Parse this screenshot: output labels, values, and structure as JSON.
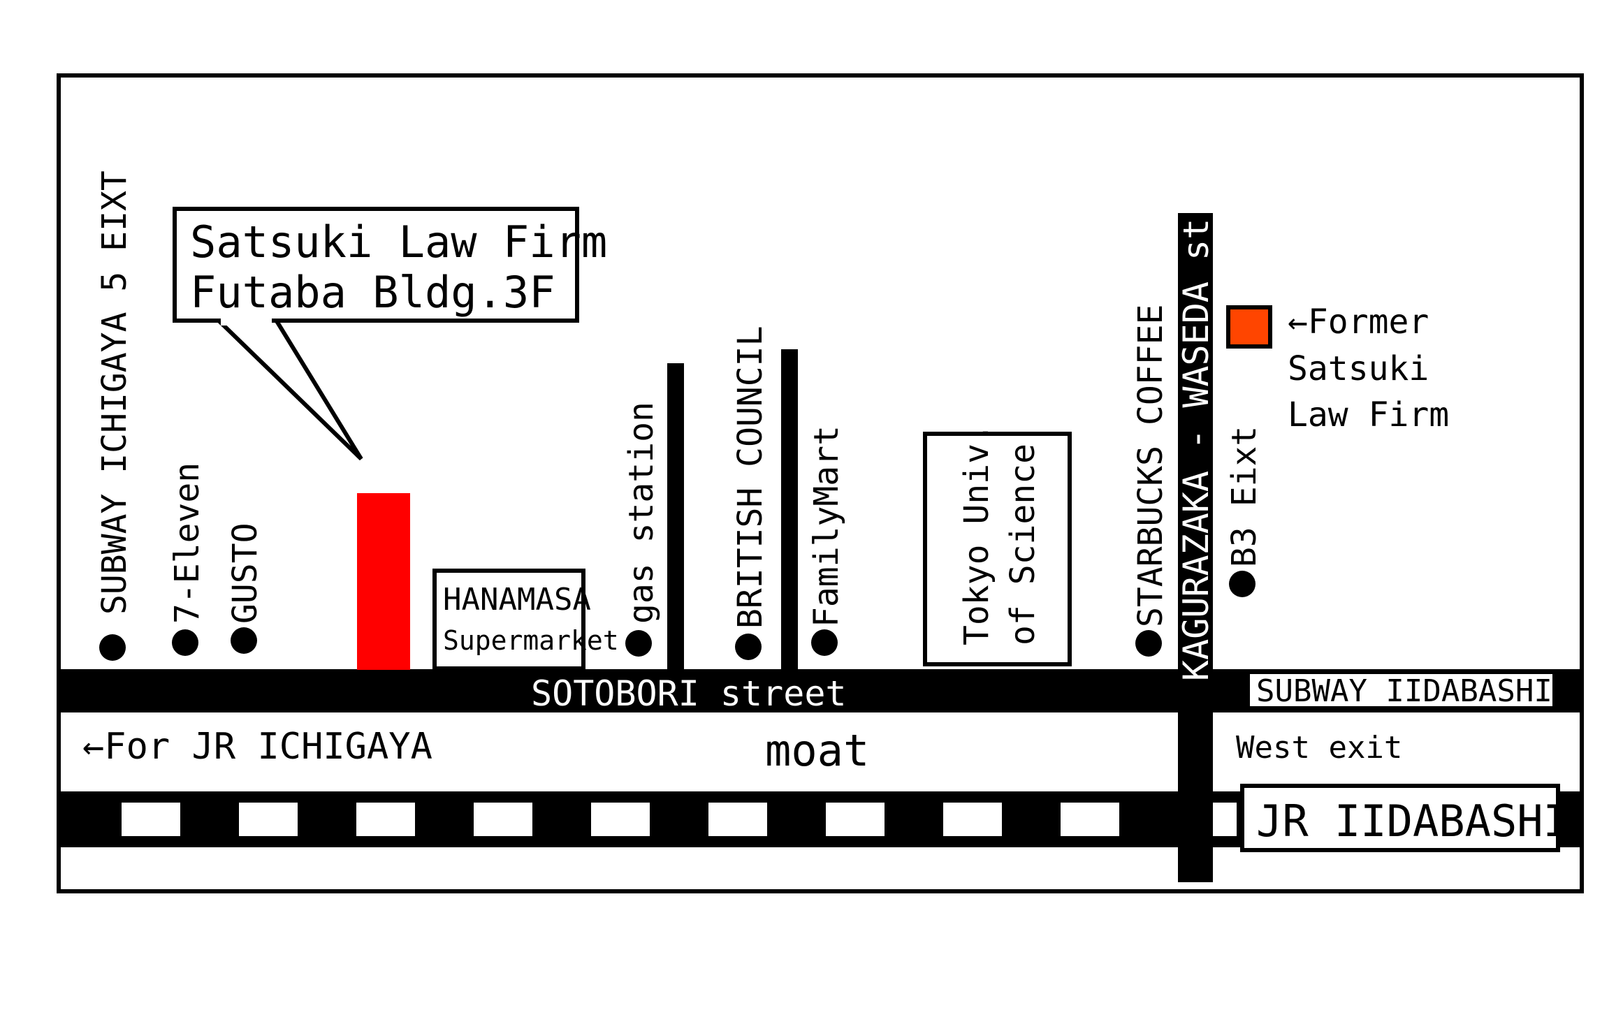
{
  "callout": {
    "line1": "Satsuki Law Firm",
    "line2": "Futaba Bldg.3F"
  },
  "former_firm": {
    "line1": "←Former",
    "line2": "Satsuki",
    "line3": "Law Firm"
  },
  "landmarks": {
    "subway_ichigaya": "SUBWAY ICHIGAYA 5 EIXT",
    "seven_eleven": "7-Eleven",
    "gusto": "GUSTO",
    "hanamasa": "HANAMASA",
    "hanamasa_sub": "Supermarket",
    "gas_station": "gas station",
    "british_council": "BRITISH COUNCIL",
    "familymart": "FamilyMart",
    "tokyo_univ_1": "Tokyo Univ.",
    "tokyo_univ_2": "of Science",
    "starbucks": "STARBUCKS COFFEE",
    "b3_exit": "B3 Eixt"
  },
  "streets": {
    "sotobori": "SOTOBORI street",
    "kagurazaka": "KAGURAZAKA - WASEDA street",
    "moat": "moat",
    "for_ichigaya": "←For  JR ICHIGAYA"
  },
  "stations": {
    "subway_iidabashi": "SUBWAY  IIDABASHI",
    "west_exit": "West exit",
    "jr_iidabashi": "JR IIDABASHI"
  },
  "colors": {
    "current_office": "#ff0000",
    "former_office": "#ff4500",
    "ink": "#000000"
  }
}
